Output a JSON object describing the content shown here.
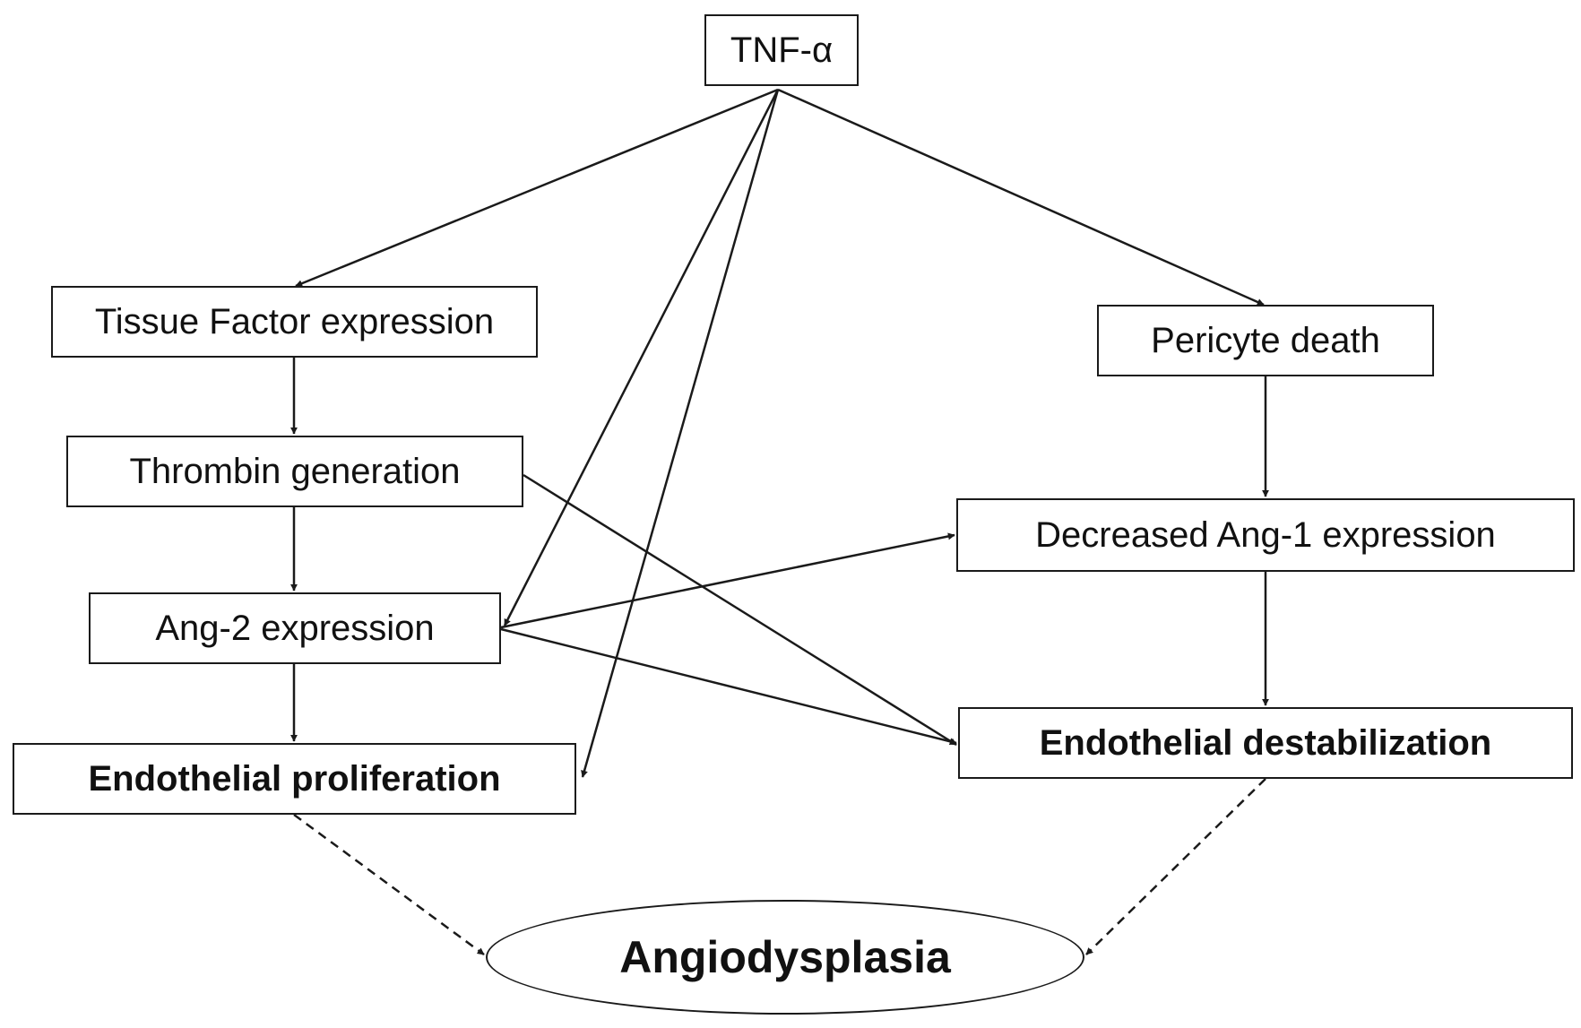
{
  "nodes": {
    "tnf": "TNF-α",
    "tissue_factor": "Tissue Factor expression",
    "thrombin": "Thrombin generation",
    "ang2": "Ang-2 expression",
    "endo_prolif": "Endothelial proliferation",
    "pericyte": "Pericyte death",
    "ang1": "Decreased Ang-1 expression",
    "endo_destab": "Endothelial destabilization",
    "angiodysplasia": "Angiodysplasia"
  },
  "edges": [
    {
      "from": "tnf",
      "to": "tissue_factor",
      "style": "solid"
    },
    {
      "from": "tnf",
      "to": "pericyte",
      "style": "solid"
    },
    {
      "from": "tnf",
      "to": "ang2",
      "style": "solid"
    },
    {
      "from": "tnf",
      "to": "endo_prolif",
      "style": "solid"
    },
    {
      "from": "tissue_factor",
      "to": "thrombin",
      "style": "solid"
    },
    {
      "from": "thrombin",
      "to": "ang2",
      "style": "solid"
    },
    {
      "from": "thrombin",
      "to": "endo_destab",
      "style": "solid"
    },
    {
      "from": "ang2",
      "to": "endo_prolif",
      "style": "solid"
    },
    {
      "from": "ang2",
      "to": "ang1",
      "style": "solid"
    },
    {
      "from": "ang2",
      "to": "endo_destab",
      "style": "solid"
    },
    {
      "from": "pericyte",
      "to": "ang1",
      "style": "solid"
    },
    {
      "from": "ang1",
      "to": "endo_destab",
      "style": "solid"
    },
    {
      "from": "endo_prolif",
      "to": "angiodysplasia",
      "style": "dashed"
    },
    {
      "from": "endo_destab",
      "to": "angiodysplasia",
      "style": "dashed"
    }
  ],
  "colors": {
    "stroke": "#1a1a1a",
    "background": "#ffffff"
  }
}
